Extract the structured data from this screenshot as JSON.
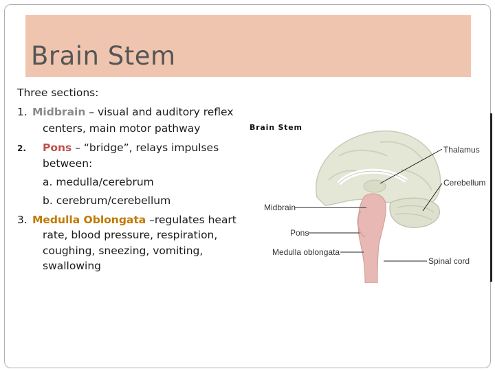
{
  "slide": {
    "title": "Brain Stem",
    "intro": "Three sections:",
    "items": [
      {
        "number": "1.",
        "term": "Midbrain",
        "text": " – visual and auditory reflex",
        "cont": [
          "centers, main motor pathway"
        ]
      },
      {
        "number": "2.",
        "term": "Pons",
        "text": " – “bridge”, relays impulses",
        "cont": [
          "between:",
          "a. medulla/cerebrum",
          "b. cerebrum/cerebellum"
        ]
      },
      {
        "number": "3.",
        "term": "Medulla Oblongata",
        "text": " –regulates heart",
        "cont": [
          "rate, blood pressure, respiration,",
          "coughing, sneezing, vomiting,",
          "swallowing"
        ]
      }
    ]
  },
  "figure": {
    "title": "Brain Stem",
    "labels": {
      "thalamus": "Thalamus",
      "cerebellum": "Cerebellum",
      "midbrain": "Midbrain",
      "pons": "Pons",
      "medulla": "Medulla oblongata",
      "spinal_cord": "Spinal cord"
    }
  },
  "colors": {
    "title_band": "#f0c5b0",
    "midbrain": "#8a8a8a",
    "pons": "#c0504d",
    "medulla": "#c07a00"
  }
}
